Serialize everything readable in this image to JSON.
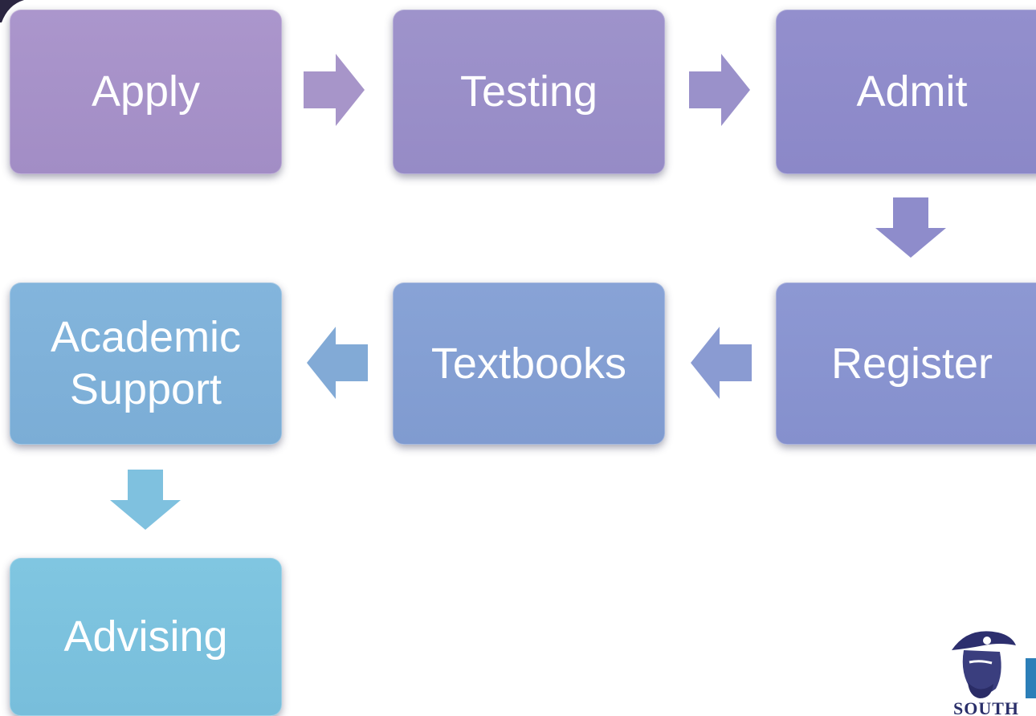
{
  "steps": {
    "apply": "Apply",
    "testing": "Testing",
    "admit": "Admit",
    "register": "Register",
    "textbooks": "Textbooks",
    "academic_support_line1": "Academic",
    "academic_support_line2": "Support",
    "advising": "Advising"
  },
  "logo": {
    "partial_text": "SOUTH"
  },
  "colors": {
    "apply": "#a792c9",
    "testing": "#9a90c9",
    "admit": "#8f8ccb",
    "register": "#8a95d1",
    "textbooks": "#85a0d4",
    "academic_support": "#7fb1d9",
    "advising": "#7cc2de",
    "arrow_top": "#a795c9",
    "arrow_down_admit": "#8e8ccb",
    "arrow_left": "#86a3d3",
    "arrow_down_support": "#7fc1df"
  }
}
